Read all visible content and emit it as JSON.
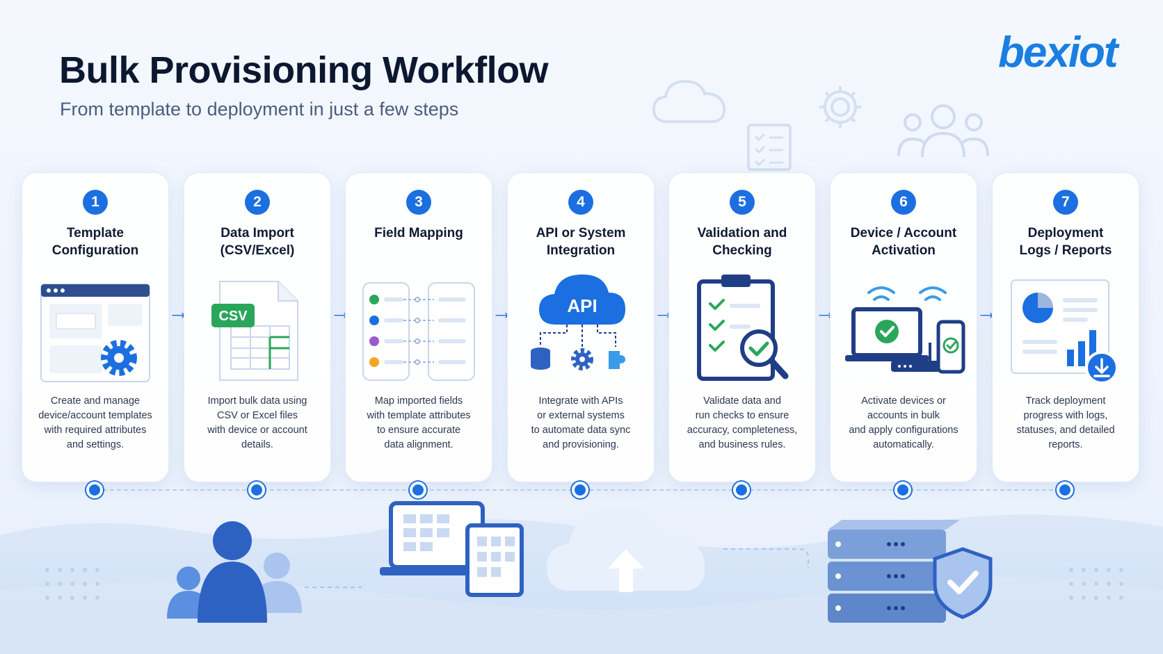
{
  "header": {
    "title": "Bulk Provisioning Workflow",
    "subtitle": "From template to deployment in just a few steps",
    "logo": "bexiot"
  },
  "steps": [
    {
      "number": "1",
      "title_lines": [
        "Template",
        "Configuration"
      ],
      "desc_lines": [
        "Create and manage",
        "device/account templates",
        "with required attributes",
        "and settings."
      ],
      "icon": "template-config-icon"
    },
    {
      "number": "2",
      "title_lines": [
        "Data Import",
        "(CSV/Excel)"
      ],
      "desc_lines": [
        "Import bulk data using",
        "CSV or Excel files",
        "with device or account",
        "details."
      ],
      "icon": "csv-file-icon",
      "icon_label": "CSV"
    },
    {
      "number": "3",
      "title_lines": [
        "Field Mapping"
      ],
      "desc_lines": [
        "Map imported fields",
        "with template attributes",
        "to ensure accurate",
        "data alignment."
      ],
      "icon": "field-mapping-icon"
    },
    {
      "number": "4",
      "title_lines": [
        "API or System",
        "Integration"
      ],
      "desc_lines": [
        "Integrate with APIs",
        "or external systems",
        "to automate data sync",
        "and provisioning."
      ],
      "icon": "api-cloud-icon",
      "icon_label": "API"
    },
    {
      "number": "5",
      "title_lines": [
        "Validation and",
        "Checking"
      ],
      "desc_lines": [
        "Validate data and",
        "run checks to ensure",
        "accuracy, completeness,",
        "and business rules."
      ],
      "icon": "clipboard-check-icon"
    },
    {
      "number": "6",
      "title_lines": [
        "Device / Account",
        "Activation"
      ],
      "desc_lines": [
        "Activate devices or",
        "accounts in bulk",
        "and apply configurations",
        "automatically."
      ],
      "icon": "device-activation-icon"
    },
    {
      "number": "7",
      "title_lines": [
        "Deployment",
        "Logs / Reports"
      ],
      "desc_lines": [
        "Track deployment",
        "progress with logs,",
        "statuses, and detailed",
        "reports."
      ],
      "icon": "report-chart-icon"
    }
  ],
  "colors": {
    "accent": "#1b6fe0",
    "title": "#0c1730",
    "subtitle": "#4b5d7c",
    "logo": "#1a7fe0"
  }
}
